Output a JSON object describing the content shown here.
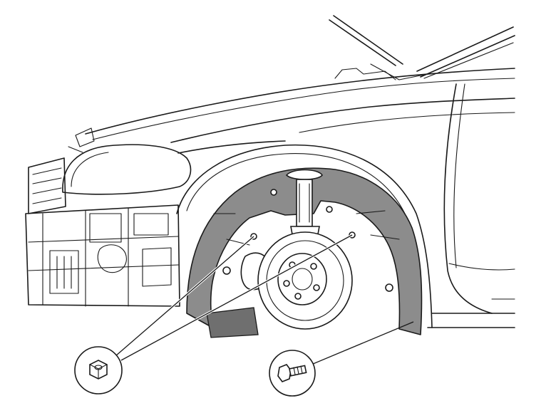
{
  "diagram": {
    "components": [
      {
        "id": "front-fender-liner",
        "shown_as": "shaded-panel"
      },
      {
        "id": "brake-disc",
        "shown_as": "outline"
      },
      {
        "id": "front-strut",
        "shown_as": "outline"
      },
      {
        "id": "headlamp",
        "shown_as": "outline"
      },
      {
        "id": "hood",
        "shown_as": "outline-open"
      }
    ],
    "callouts": [
      {
        "id": "nut-callout",
        "icon": "hex-nut-icon",
        "leader_count": 2
      },
      {
        "id": "bolt-callout",
        "icon": "bolt-icon",
        "leader_count": 1
      }
    ],
    "colors": {
      "line": "#1a1a1a",
      "liner_fill": "#8c8c8c",
      "background": "#ffffff"
    }
  }
}
